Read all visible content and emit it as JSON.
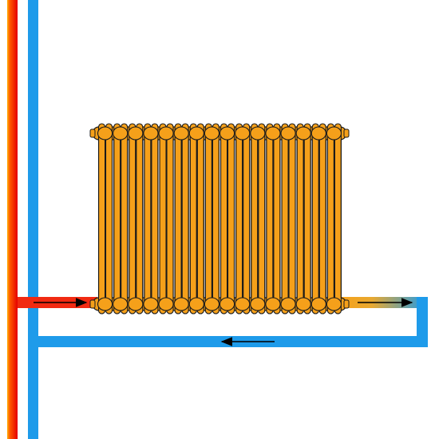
{
  "diagram": {
    "type": "radiator-bottom-connection-schematic",
    "radiator": {
      "section_count": 16,
      "color": "#F5A01A",
      "outline_color": "#1a1a1a"
    },
    "pipes": {
      "supply_color": "#F12A12",
      "supply_gradient_from": "#FFB000",
      "supply_gradient_to": "#E50000",
      "return_color": "#1E9BEA",
      "outlet_gradient_from": "#F6A21B",
      "outlet_gradient_to": "#1E9BEA"
    },
    "flow_arrows": [
      {
        "segment": "supply-branch",
        "direction": "right"
      },
      {
        "segment": "radiator-outlet",
        "direction": "right"
      },
      {
        "segment": "return-branch",
        "direction": "left"
      }
    ],
    "arrow_color": "#000000"
  }
}
